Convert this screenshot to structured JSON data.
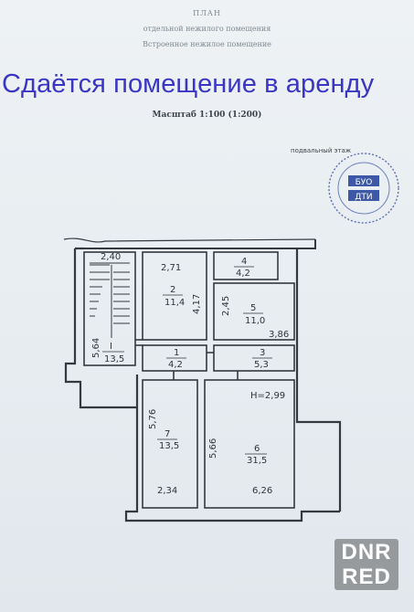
{
  "header": {
    "title_line": "ПЛАН",
    "subtitle_line": "отдельной нежилого помещения",
    "object_line": "Встроенное нежилое помещение",
    "scale": "Масштаб 1:100 (1:200)"
  },
  "overlay_text": "Сдаётся помещение в аренду",
  "floor_label": "подвальный этаж",
  "stamp_text": [
    "БУО",
    "ДТИ"
  ],
  "rooms": {
    "stair": {
      "width": "2,40",
      "height": "5,64",
      "number": "I",
      "area": "13,5"
    },
    "r2": {
      "width": "2,71",
      "height": "4,17",
      "number": "2",
      "area": "11,4"
    },
    "r4": {
      "number": "4",
      "area": "4,2"
    },
    "r5": {
      "height": "2,45",
      "number": "5",
      "area": "11,0",
      "width": "3,86"
    },
    "r1": {
      "number": "1",
      "area": "4,2"
    },
    "r3": {
      "number": "3",
      "area": "5,3"
    },
    "r7": {
      "height": "5,76",
      "number": "7",
      "area": "13,5",
      "width": "2,34"
    },
    "r6": {
      "height": "5,66",
      "number": "6",
      "area": "31,5",
      "width": "6,26"
    },
    "ceiling": "H=2,99"
  },
  "watermark": [
    "DNR",
    "RED"
  ]
}
